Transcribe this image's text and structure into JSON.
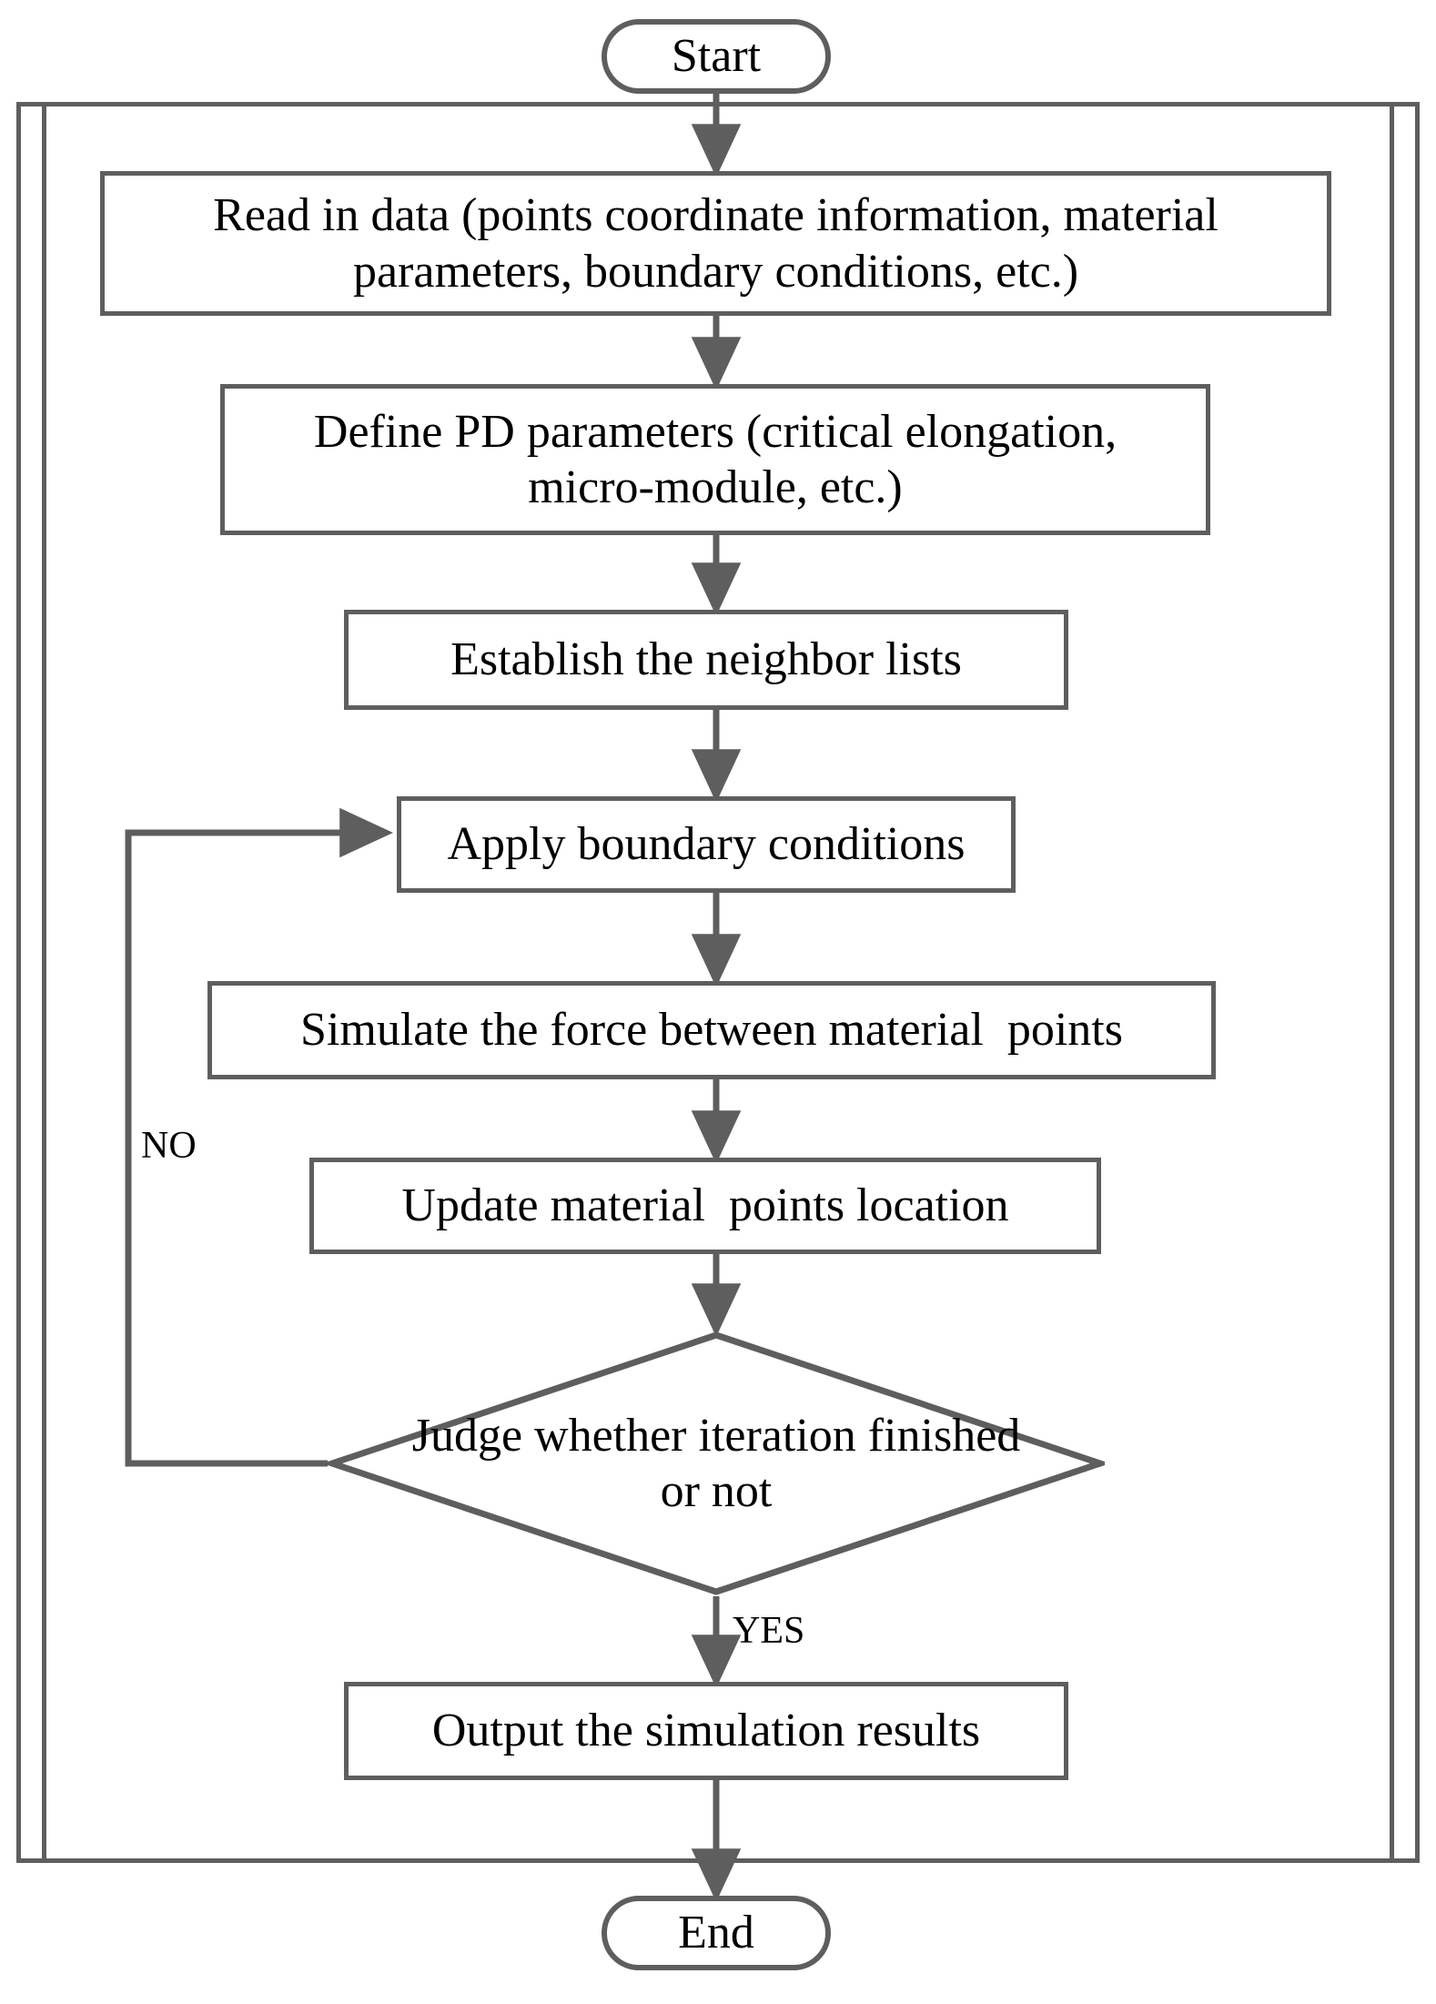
{
  "diagram": {
    "title": "Peridynamics simulation flowchart",
    "stroke_color": "#5e5e5e",
    "text_color": "#000000",
    "background_color": "#ffffff",
    "nodes": {
      "start": {
        "label": "Start",
        "shape": "terminator"
      },
      "read_data": {
        "label": "Read in data (points coordinate information, material\nparameters, boundary conditions, etc.)",
        "shape": "process"
      },
      "define_pd": {
        "label": "Define PD parameters (critical elongation,\nmicro-module, etc.)",
        "shape": "process"
      },
      "neighbor_lists": {
        "label": "Establish the neighbor lists",
        "shape": "process"
      },
      "boundary_conditions": {
        "label": "Apply boundary conditions",
        "shape": "process"
      },
      "simulate_force": {
        "label": "Simulate the force between material  points",
        "shape": "process"
      },
      "update_location": {
        "label": "Update material  points location",
        "shape": "process"
      },
      "judge": {
        "label": "Judge whether iteration\nfinished or not",
        "shape": "decision"
      },
      "output_results": {
        "label": "Output the simulation results",
        "shape": "process"
      },
      "end": {
        "label": "End",
        "shape": "terminator"
      }
    },
    "edge_labels": {
      "no": "NO",
      "yes": "YES"
    }
  }
}
